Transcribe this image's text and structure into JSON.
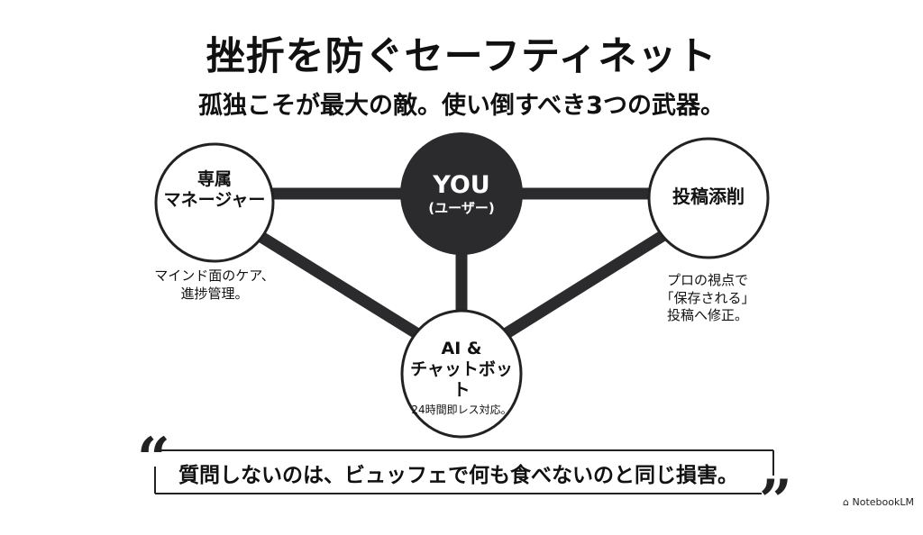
{
  "title": "挫折を防ぐセーフティネット",
  "subtitle": "孤独こそが最大の敵。使い倒すべき3つの武器。",
  "nodes": {
    "you": {
      "line1": "YOU",
      "line2": "(ユーザー)"
    },
    "manager": {
      "line1": "専属",
      "line2": "マネージャー",
      "desc1": "マインド面のケア、",
      "desc2": "進捗管理。"
    },
    "review": {
      "label": "投稿添削",
      "desc1": "プロの視点で",
      "desc2": "「保存される」",
      "desc3": "投稿へ修正。"
    },
    "ai": {
      "line1": "AI &",
      "line2": "チャットボット",
      "desc": "24時間即レス対応。"
    }
  },
  "quote": {
    "open_mark": "“",
    "text": "質問しないのは、ビュッフェで何も食べないのと同じ損害。",
    "close_mark": "”"
  },
  "brand": "NotebookLM",
  "colors": {
    "dark": "#2b2b2d",
    "line": "#2b2b2d"
  }
}
